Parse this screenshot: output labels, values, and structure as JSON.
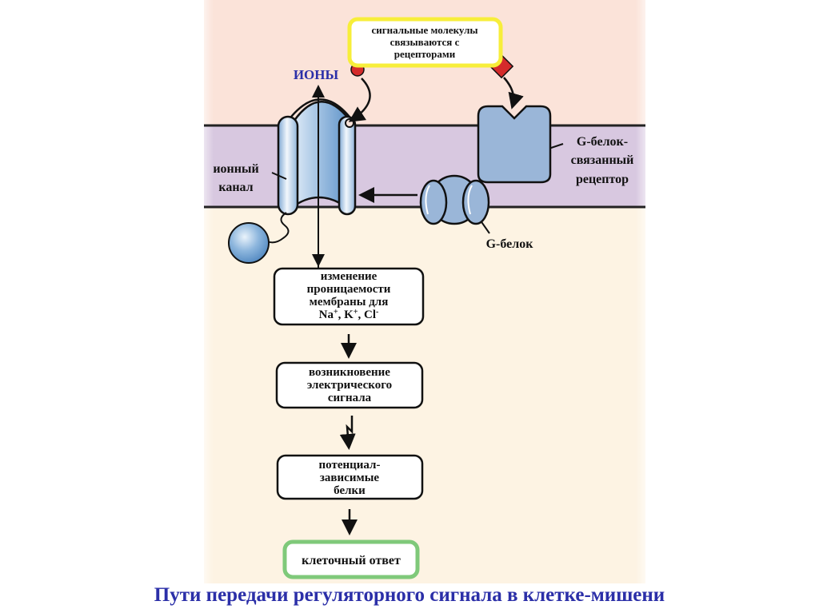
{
  "diagram": {
    "callout": [
      "сигнальные молекулы",
      "связываются с",
      "рецепторами"
    ],
    "ions_label": "ИОНЫ",
    "ion_channel_label": [
      "ионный",
      "канал"
    ],
    "gpcr_label": [
      "G-белок-",
      "связанный",
      "рецептор"
    ],
    "g_protein_label": "G-белок",
    "steps": [
      {
        "lines": [
          "изменение",
          "проницаемости",
          "мембраны для"
        ],
        "ion_line": {
          "na": "Na",
          "k": "K",
          "cl": "Cl",
          "plus": "+",
          "minus": "-",
          "sep": ", "
        }
      },
      {
        "lines": [
          "возникновение",
          "электрического",
          "сигнала"
        ]
      },
      {
        "lines": [
          "потенциал-",
          "зависимые",
          "белки"
        ]
      },
      {
        "lines": [
          "клеточный ответ"
        ]
      }
    ],
    "colors": {
      "extracellular": "#fbe3d9",
      "membrane": "#d8c8e0",
      "cytoplasm": "#fdf3e3",
      "protein": "#9ab6d8",
      "ligand": "#d42b2b",
      "callout_border": "#f7ee3a",
      "final_border": "#7fc97a",
      "caption": "#2b2fa8"
    }
  },
  "caption": "Пути передачи регуляторного сигнала в клетке-мишени"
}
